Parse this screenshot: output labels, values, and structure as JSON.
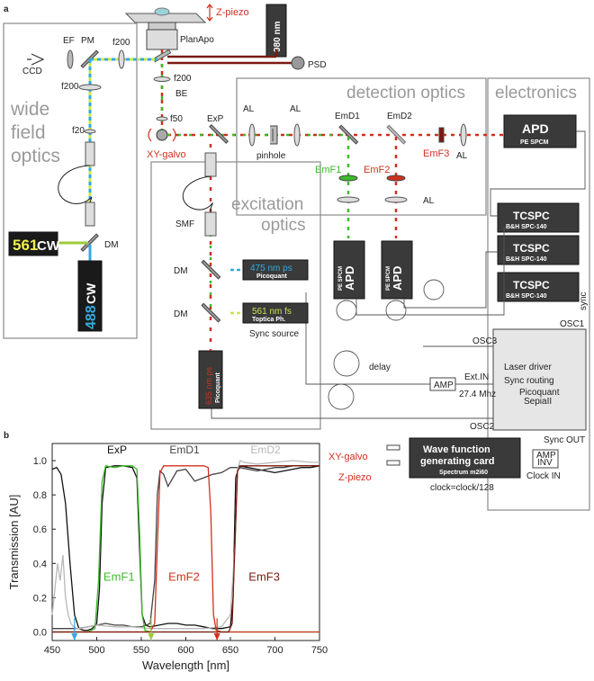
{
  "panels": {
    "a": "a",
    "b": "b"
  },
  "sections": {
    "wide_field": [
      "wide",
      "field",
      "optics"
    ],
    "detection": "detection optics",
    "electronics": "electronics",
    "excitation": [
      "excitation",
      "optics"
    ]
  },
  "labels": {
    "z_piezo_top": "Z-piezo",
    "planapo": "PlanApo",
    "nm980": "980 nm",
    "psd": "PSD",
    "ef": "EF",
    "pm": "PM",
    "ccd": "CCD",
    "f200a": "f200",
    "f200b": "f200",
    "f200c": "f200",
    "f20": "f20",
    "f50": "f50",
    "be": "BE",
    "exp": "ExP",
    "xy_galvo_top": "XY-galvo",
    "al1": "AL",
    "al2": "AL",
    "al3": "AL",
    "al4": "AL",
    "pinhole": "pinhole",
    "emd1": "EmD1",
    "emd2": "EmD2",
    "emf1": "EmF1",
    "emf2": "EmF2",
    "emf3": "EmF3",
    "smf": "SMF",
    "dm1": "DM",
    "dm2": "DM",
    "dm3": "DM",
    "sync_source": "Sync source",
    "delay": "delay",
    "amp": "AMP",
    "ext_in": "Ext.IN",
    "mhz": "27.4 Mhz",
    "osc1": "OSC1",
    "osc2": "OSC2",
    "osc3": "OSC3",
    "sync": "sync",
    "sync_out": "Sync OUT",
    "amp_inv_1": "AMP",
    "amp_inv_2": "INV",
    "clock_in": "Clock IN",
    "clock_eq": "clock=clock/128",
    "xy_galvo_b": "XY-galvo",
    "z_piezo_b": "Z-piezo"
  },
  "devices": {
    "laser561": {
      "num": "561",
      "unit": "CW"
    },
    "laser488": {
      "num": "488",
      "unit": "CW"
    },
    "apd_main": {
      "title": "APD",
      "sub": "PE SPCM"
    },
    "apd_1": {
      "title": "APD",
      "sub": "PE SPCM"
    },
    "apd_2": {
      "title": "APD",
      "sub": "PE SPCM"
    },
    "tcspc": [
      {
        "title": "TCSPC",
        "sub": "B&H SPC-140"
      },
      {
        "title": "TCSPC",
        "sub": "B&H SPC-140"
      },
      {
        "title": "TCSPC",
        "sub": "B&H SPC-140"
      }
    ],
    "laser475": {
      "line1": "475 nm ps",
      "line2": "Picoquant"
    },
    "laser561fs": {
      "line1": "561 nm fs",
      "line2": "Toptica Ph."
    },
    "laser635": {
      "line1": "635 nm ps",
      "line2": "Picoquant"
    },
    "laser_driver": {
      "line1": "Laser driver",
      "line2": "Sync routing",
      "line3": "Picoquant",
      "line4": "SepiaII"
    },
    "wave_card": {
      "line1": "Wave function",
      "line2": "generating card",
      "line3": "Spectrum m2i60"
    }
  },
  "colors": {
    "red": "#d0301f",
    "green": "#3dbb2b",
    "blue": "#35a8e0",
    "darkred": "#7a1a12",
    "lightgray": "#b8b8b8",
    "dark_device": "#3a3a3a",
    "yellow": "#f2ee4a"
  },
  "chart_data": {
    "type": "line",
    "xlabel": "Wavelength [nm]",
    "ylabel": "Transmission [AU]",
    "xlim": [
      450,
      750
    ],
    "ylim": [
      -0.05,
      1.1
    ],
    "x_ticks": [
      450,
      500,
      550,
      600,
      650,
      700,
      750
    ],
    "y_ticks": [
      0.0,
      0.2,
      0.4,
      0.6,
      0.8,
      1.0
    ],
    "y_tick_labels": [
      "0.0",
      "0.2",
      "0.4",
      "0.6",
      "0.8",
      "1.0"
    ],
    "legend_placement": "top",
    "series": [
      {
        "name": "ExP",
        "color": "#111111",
        "x": [
          450,
          455,
          460,
          465,
          470,
          475,
          480,
          485,
          490,
          495,
          500,
          503,
          506,
          510,
          520,
          530,
          540,
          545,
          548,
          551,
          555,
          560,
          570,
          580,
          590,
          600,
          610,
          620,
          630,
          640,
          650,
          653,
          656,
          660,
          670,
          680,
          690,
          700,
          710,
          720,
          730,
          740,
          750
        ],
        "y": [
          0.95,
          0.96,
          0.92,
          0.75,
          0.4,
          0.1,
          0.02,
          0.01,
          0.01,
          0.02,
          0.05,
          0.25,
          0.75,
          0.96,
          0.97,
          0.97,
          0.96,
          0.9,
          0.5,
          0.1,
          0.04,
          0.03,
          0.04,
          0.05,
          0.05,
          0.04,
          0.04,
          0.03,
          0.02,
          0.02,
          0.03,
          0.2,
          0.9,
          0.97,
          0.96,
          0.95,
          0.94,
          0.93,
          0.94,
          0.95,
          0.96,
          0.96,
          0.97
        ]
      },
      {
        "name": "EmD1",
        "color": "#444444",
        "x": [
          450,
          460,
          470,
          480,
          490,
          500,
          510,
          520,
          530,
          540,
          550,
          560,
          565,
          568,
          571,
          575,
          580,
          590,
          600,
          610,
          620,
          630,
          640,
          650,
          660,
          670,
          680,
          690,
          700,
          710,
          720,
          730,
          740,
          750
        ],
        "y": [
          0.02,
          0.02,
          0.02,
          0.02,
          0.03,
          0.04,
          0.05,
          0.04,
          0.04,
          0.03,
          0.03,
          0.05,
          0.3,
          0.8,
          0.94,
          0.92,
          0.85,
          0.94,
          0.95,
          0.88,
          0.9,
          0.92,
          0.93,
          0.96,
          0.96,
          0.95,
          0.94,
          0.95,
          0.96,
          0.96,
          0.97,
          0.97,
          0.97,
          0.97
        ]
      },
      {
        "name": "EmD2",
        "color": "#b8b8b8",
        "x": [
          450,
          453,
          456,
          459,
          462,
          465,
          468,
          471,
          474,
          478,
          482,
          490,
          500,
          520,
          540,
          560,
          580,
          600,
          620,
          640,
          650,
          655,
          658,
          661,
          665,
          680,
          700,
          720,
          740,
          750
        ],
        "y": [
          0.1,
          0.25,
          0.4,
          0.3,
          0.45,
          0.2,
          0.1,
          0.05,
          0.03,
          0.02,
          0.02,
          0.03,
          0.04,
          0.03,
          0.03,
          0.02,
          0.02,
          0.02,
          0.02,
          0.03,
          0.1,
          0.5,
          0.95,
          1.0,
          0.99,
          0.98,
          0.99,
          1.0,
          0.99,
          0.99
        ]
      },
      {
        "name": "EmF1",
        "color": "#3dbb2b",
        "x": [
          450,
          490,
          498,
          502,
          506,
          510,
          520,
          530,
          540,
          545,
          548,
          551,
          554,
          560,
          600,
          650,
          700,
          750
        ],
        "y": [
          0.0,
          0.0,
          0.02,
          0.3,
          0.88,
          0.97,
          0.96,
          0.97,
          0.97,
          0.95,
          0.6,
          0.1,
          0.01,
          0.0,
          0.0,
          0.0,
          0.0,
          0.0
        ]
      },
      {
        "name": "EmF2",
        "color": "#d0301f",
        "x": [
          450,
          500,
          560,
          565,
          568,
          571,
          575,
          580,
          590,
          600,
          610,
          620,
          625,
          628,
          631,
          634,
          640,
          700,
          750
        ],
        "y": [
          0.0,
          0.0,
          0.0,
          0.05,
          0.5,
          0.93,
          0.97,
          0.97,
          0.97,
          0.97,
          0.97,
          0.97,
          0.96,
          0.7,
          0.1,
          0.01,
          0.0,
          0.0,
          0.0
        ]
      },
      {
        "name": "EmF3",
        "color": "#7a1a12",
        "x": [
          450,
          500,
          600,
          648,
          652,
          655,
          658,
          662,
          680,
          700,
          720,
          740,
          750
        ],
        "y": [
          0.0,
          0.0,
          0.0,
          0.0,
          0.05,
          0.5,
          0.94,
          0.97,
          0.97,
          0.97,
          0.97,
          0.97,
          0.97
        ]
      }
    ],
    "markers": [
      {
        "x": 475,
        "color": "#35a8e0"
      },
      {
        "x": 561,
        "color": "#9ccb3b"
      },
      {
        "x": 635,
        "color": "#d0301f"
      }
    ],
    "filter_labels": [
      {
        "text": "EmF1",
        "x": 525,
        "color": "#3dbb2b"
      },
      {
        "text": "EmF2",
        "x": 598,
        "color": "#d0301f"
      },
      {
        "text": "EmF3",
        "x": 688,
        "color": "#7a1a12"
      }
    ]
  }
}
